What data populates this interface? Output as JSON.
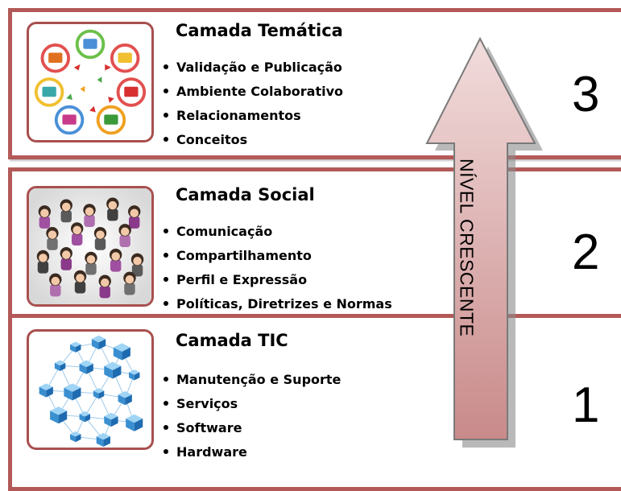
{
  "layers": [
    {
      "title": "Camada Temática",
      "number": "3",
      "icon": "folder-cycle-icon",
      "items": [
        "Validação e Publicação",
        "Ambiente Colaborativo",
        "Relacionamentos",
        "Conceitos"
      ]
    },
    {
      "title": "Camada Social",
      "number": "2",
      "icon": "people-crowd-icon",
      "items": [
        "Comunicação",
        "Compartilhamento",
        "Perfil e Expressão",
        "Políticas, Diretrizes e Normas"
      ]
    },
    {
      "title": "Camada TIC",
      "number": "1",
      "icon": "network-cubes-icon",
      "items": [
        "Manutenção  e Suporte",
        "Serviços",
        "Software",
        "Hardware"
      ]
    }
  ],
  "arrow": {
    "label": "NÍVEL CRESCENTE",
    "direction": "up"
  },
  "colors": {
    "border": "#b35a58",
    "icon_border": "#a8504f",
    "arrow_top": "#e7c9c9",
    "arrow_bottom": "#c98f8f"
  }
}
